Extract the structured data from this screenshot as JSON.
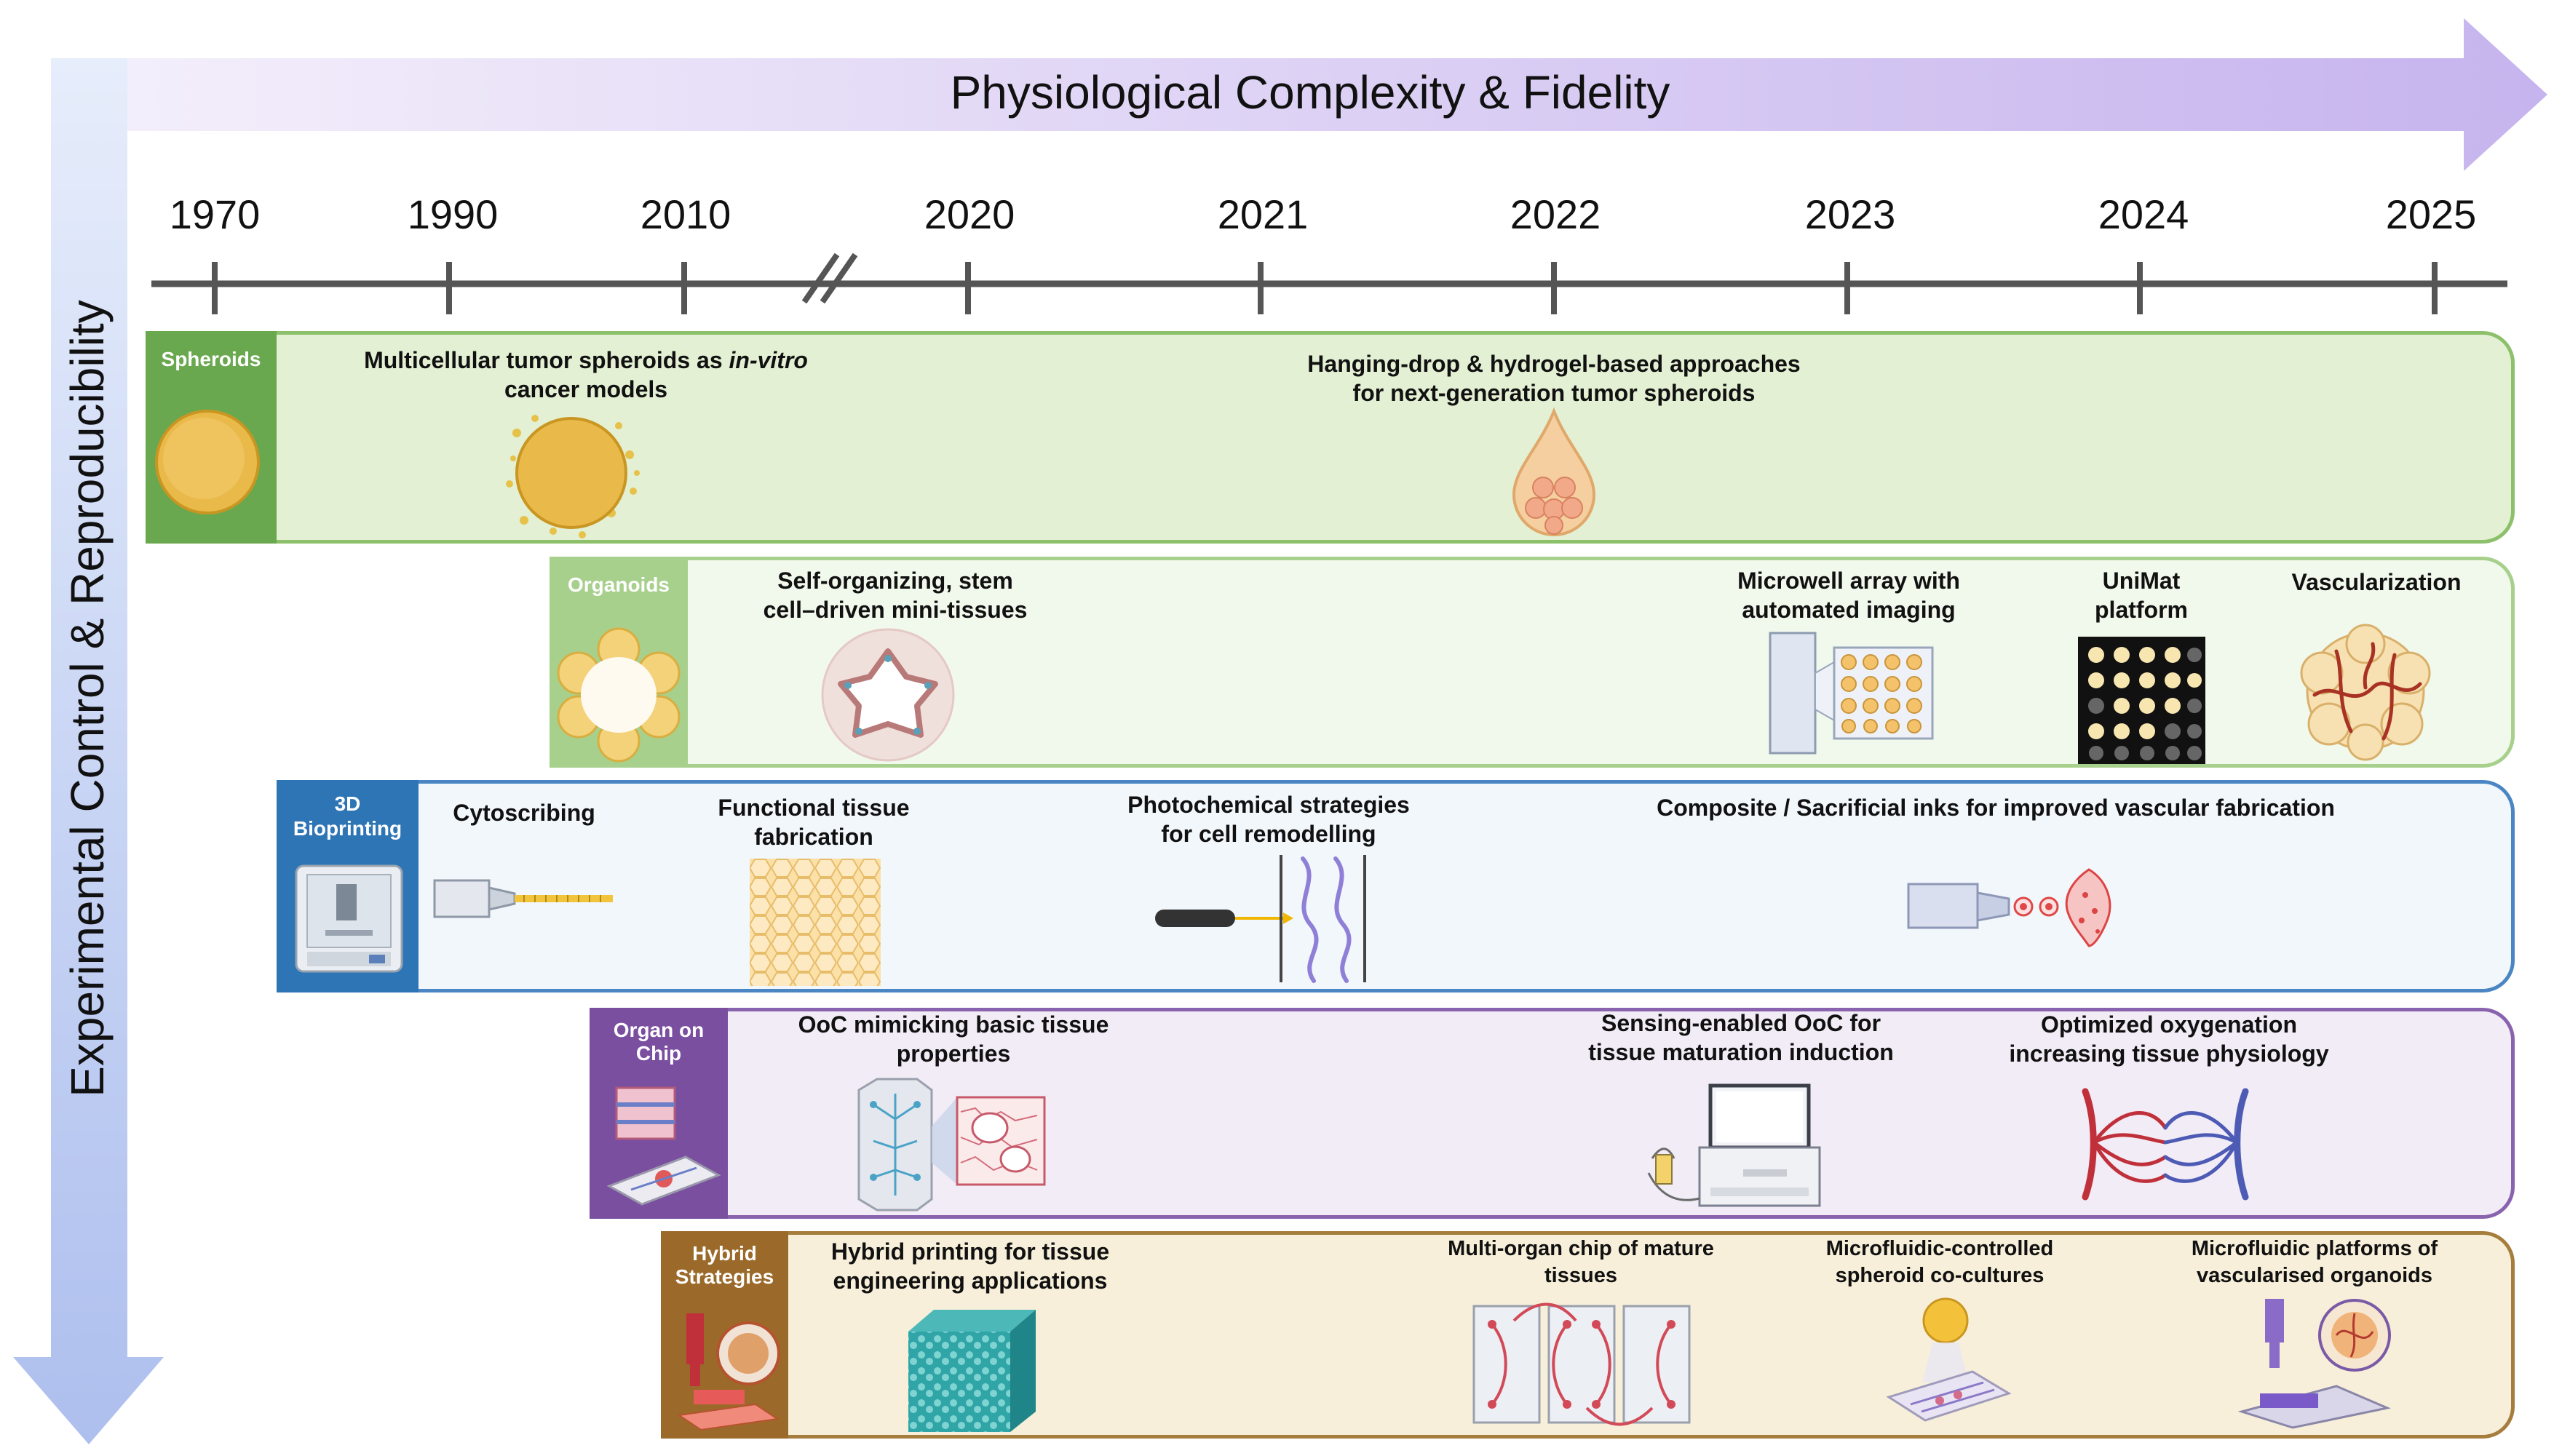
{
  "axes": {
    "horizontal_label": "Physiological Complexity & Fidelity",
    "vertical_label": "Experimental Control & Reproducibility"
  },
  "timeline": {
    "years": [
      "1970",
      "1990",
      "2010",
      "2020",
      "2021",
      "2022",
      "2023",
      "2024",
      "2025"
    ]
  },
  "bands": {
    "spheroids": {
      "label": "Spheroids",
      "items": [
        {
          "text_before": "Multicellular tumor spheroids as ",
          "text_italic": "in-vitro",
          "text_after": "cancer models"
        },
        {
          "line1": "Hanging-drop & hydrogel-based approaches",
          "line2": "for next-generation tumor spheroids"
        }
      ]
    },
    "organoids": {
      "label": "Organoids",
      "items": [
        {
          "line1": "Self-organizing, stem",
          "line2": "cell–driven mini-tissues"
        },
        {
          "line1": "Microwell array with",
          "line2": "automated imaging"
        },
        {
          "line1": "UniMat",
          "line2": "platform"
        },
        {
          "line1": "Vascularization"
        }
      ]
    },
    "bioprinting": {
      "label_line1": "3D",
      "label_line2": "Bioprinting",
      "items": [
        {
          "line1": "Cytoscribing"
        },
        {
          "line1": "Functional tissue",
          "line2": "fabrication"
        },
        {
          "line1": "Photochemical strategies",
          "line2": "for cell remodelling"
        },
        {
          "line1": "Composite / Sacrificial inks for improved vascular fabrication"
        }
      ]
    },
    "ooc": {
      "label_line1": "Organ on",
      "label_line2": "Chip",
      "items": [
        {
          "line1": "OoC mimicking basic tissue",
          "line2": "properties"
        },
        {
          "line1": "Sensing-enabled OoC for",
          "line2": "tissue maturation induction"
        },
        {
          "line1": "Optimized oxygenation",
          "line2": "increasing tissue physiology"
        }
      ]
    },
    "hybrid": {
      "label_line1": "Hybrid",
      "label_line2": "Strategies",
      "items": [
        {
          "line1": "Hybrid printing for tissue",
          "line2": "engineering applications"
        },
        {
          "line1": "Multi-organ chip of mature",
          "line2": "tissues"
        },
        {
          "line1": "Microfluidic-controlled",
          "line2": "spheroid co-cultures"
        },
        {
          "line1": "Microfluidic platforms of",
          "line2": "vascularised organoids"
        }
      ]
    }
  },
  "colors": {
    "spheroids_tab": "#6aa84f",
    "spheroids_bg": "#e3f0d3",
    "organoids_tab": "#a8d08d",
    "organoids_bg": "#f1f8ec",
    "bioprinting_tab": "#2e75b6",
    "bioprinting_bg": "#f2f7fc",
    "ooc_tab": "#7b4fa0",
    "ooc_bg": "#f1ecf6",
    "hybrid_tab": "#9b6a2a",
    "hybrid_bg": "#f7efd9"
  },
  "icons": [
    "spheroid-icon",
    "organoid-icon",
    "bioprinter-icon",
    "chip-icon",
    "hybrid-printer-icon",
    "droplet-icon",
    "microwell-icon",
    "grid-platform-icon",
    "vascular-organoid-icon",
    "nozzle-icon",
    "honeycomb-icon",
    "laser-icon",
    "ink-nozzle-icon",
    "chip-microscopy-icon",
    "laptop-sensor-icon",
    "vessel-network-icon",
    "hydrogel-cube-icon",
    "multi-organ-chip-icon",
    "spheroid-chip-icon",
    "vascularised-organoid-chip-icon"
  ]
}
